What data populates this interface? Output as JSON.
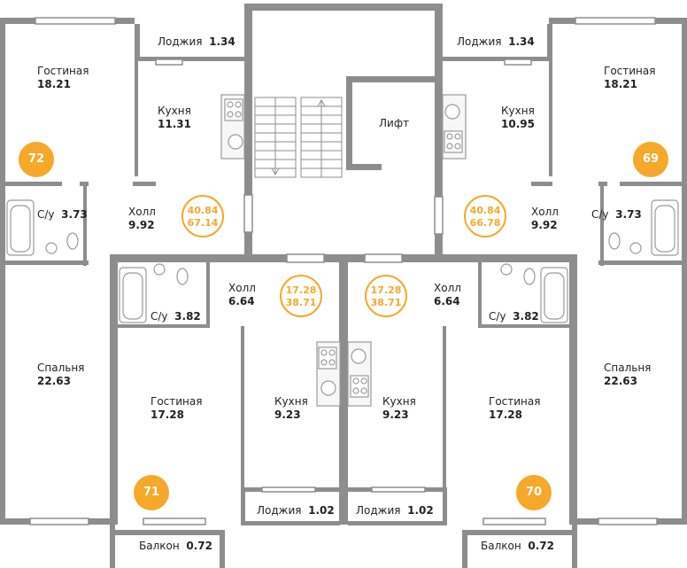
{
  "colors": {
    "wall": "#8d8d8d",
    "accent": "#f5a82a",
    "fixture": "#9a9a9a"
  },
  "elevator": {
    "label": "Лифт"
  },
  "apartments": [
    {
      "id": "apt-72",
      "number": "72",
      "total_area": "67.14",
      "living_area": "40.84",
      "rooms": {
        "living": {
          "name": "Гостиная",
          "area": "18.21"
        },
        "loggia": {
          "name": "Лоджия",
          "area": "1.34"
        },
        "kitchen": {
          "name": "Кухня",
          "area": "11.31"
        },
        "bath": {
          "name": "С/у",
          "area": "3.73"
        },
        "hall": {
          "name": "Холл",
          "area": "9.92"
        },
        "bedroom": {
          "name": "Спальня",
          "area": "22.63"
        }
      }
    },
    {
      "id": "apt-69",
      "number": "69",
      "total_area": "66.78",
      "living_area": "40.84",
      "rooms": {
        "living": {
          "name": "Гостиная",
          "area": "18.21"
        },
        "loggia": {
          "name": "Лоджия",
          "area": "1.34"
        },
        "kitchen": {
          "name": "Кухня",
          "area": "10.95"
        },
        "bath": {
          "name": "С/у",
          "area": "3.73"
        },
        "hall": {
          "name": "Холл",
          "area": "9.92"
        },
        "bedroom": {
          "name": "Спальня",
          "area": "22.63"
        }
      }
    },
    {
      "id": "apt-71",
      "number": "71",
      "total_area": "38.71",
      "living_area": "17.28",
      "rooms": {
        "bath": {
          "name": "С/у",
          "area": "3.82"
        },
        "hall": {
          "name": "Холл",
          "area": "6.64"
        },
        "living": {
          "name": "Гостиная",
          "area": "17.28"
        },
        "kitchen": {
          "name": "Кухня",
          "area": "9.23"
        },
        "loggia": {
          "name": "Лоджия",
          "area": "1.02"
        },
        "balcony": {
          "name": "Балкон",
          "area": "0.72"
        }
      }
    },
    {
      "id": "apt-70",
      "number": "70",
      "total_area": "38.71",
      "living_area": "17.28",
      "rooms": {
        "bath": {
          "name": "С/у",
          "area": "3.82"
        },
        "hall": {
          "name": "Холл",
          "area": "6.64"
        },
        "living": {
          "name": "Гостиная",
          "area": "17.28"
        },
        "kitchen": {
          "name": "Кухня",
          "area": "9.23"
        },
        "loggia": {
          "name": "Лоджия",
          "area": "1.02"
        },
        "balcony": {
          "name": "Балкон",
          "area": "0.72"
        }
      }
    }
  ]
}
